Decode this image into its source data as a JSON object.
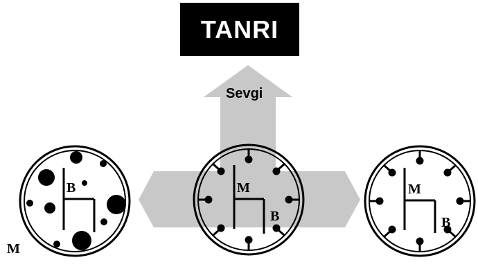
{
  "title": "TANRI",
  "arrow_label": "Sevgi",
  "circles": {
    "left": {
      "inner_label": "B",
      "outer_label": "M"
    },
    "center": {
      "top_label": "M",
      "bottom_label": "B"
    },
    "right": {
      "top_label": "M",
      "bottom_label": "B"
    }
  },
  "colors": {
    "arrow": "#c8c8c8",
    "box": "#000000",
    "ink": "#000000"
  }
}
